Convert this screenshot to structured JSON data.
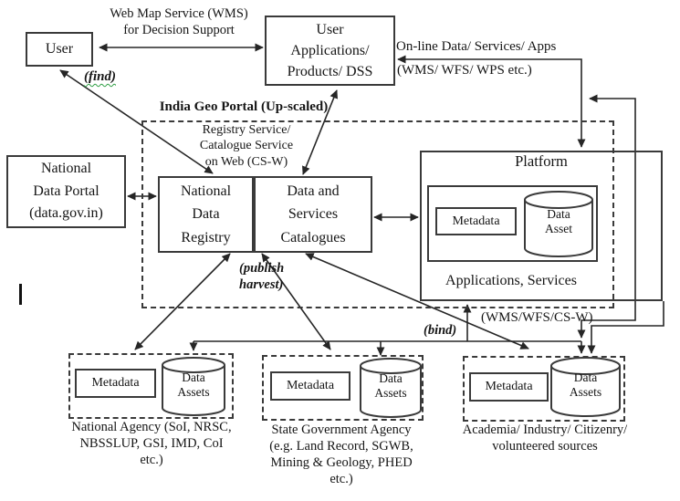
{
  "diagram": {
    "title": "India Geo Portal (Up-scaled)",
    "nodes": {
      "user": {
        "label": "User"
      },
      "user_apps": {
        "lines": [
          "User",
          "Applications/",
          "Products/ DSS"
        ]
      },
      "national_data_portal": {
        "lines": [
          "National",
          "Data Portal",
          "(data.gov.in)"
        ]
      },
      "national_data_registry": {
        "lines": [
          "National",
          "Data",
          "Registry"
        ]
      },
      "data_services_catalogues": {
        "lines": [
          "Data and",
          "Services",
          "Catalogues"
        ]
      },
      "platform": {
        "title": "Platform",
        "metadata": "Metadata",
        "data_asset_lines": [
          "Data",
          "Asset"
        ],
        "footer": "Applications, Services"
      },
      "sources": [
        {
          "metadata": "Metadata",
          "cylinder_lines": [
            "Data",
            "Assets"
          ],
          "caption_lines": [
            "National Agency (SoI, NRSC,",
            "NBSSLUP, GSI, IMD, CoI",
            "etc.)"
          ]
        },
        {
          "metadata": "Metadata",
          "cylinder_lines": [
            "Data",
            "Assets"
          ],
          "caption_lines": [
            "State Government Agency",
            "(e.g. Land Record, SGWB,",
            "Mining & Geology, PHED",
            "etc.)"
          ]
        },
        {
          "metadata": "Metadata",
          "cylinder_lines": [
            "Data",
            "Assets"
          ],
          "caption_lines": [
            "Academia/ Industry/ Citizenry/",
            "volunteered sources"
          ]
        }
      ]
    },
    "labels": {
      "wms_decision_lines": [
        "Web Map Service (WMS)",
        "for Decision Support"
      ],
      "online_data_line1": "On-line Data/ Services/ Apps",
      "online_data_line2": "(WMS/ WFS/ WPS etc.)",
      "registry_service_lines": [
        "Registry Service/",
        "Catalogue Service",
        "on Web (CS-W)"
      ],
      "find": "(find)",
      "publish_harvest_lines": [
        "(publish",
        "harvest)"
      ],
      "bind": "(bind)",
      "wms_wfs_csw": "(WMS/WFS/CS-W)"
    },
    "colors": {
      "background": "#ffffff",
      "box_border": "#3a3a3a",
      "wire": "#262626",
      "text": "#151515",
      "find_underline": "#2f9e44"
    }
  }
}
